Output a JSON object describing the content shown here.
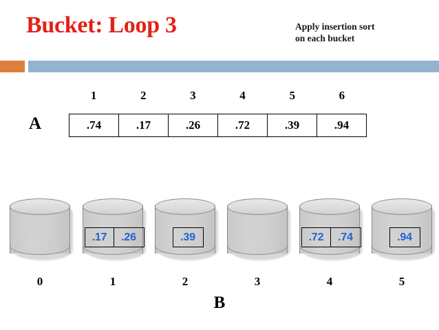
{
  "slide": {
    "title": "Bucket: Loop 3",
    "subtitle_line1": "Apply insertion sort",
    "subtitle_line2": "on each bucket",
    "title_color": "#e32119",
    "accent_color": "#dd7e3e",
    "bar_color": "#93b3cf",
    "value_color": "#1f62d4"
  },
  "array": {
    "name": "A",
    "indices": [
      "1",
      "2",
      "3",
      "4",
      "5",
      "6"
    ],
    "values": [
      ".74",
      ".17",
      ".26",
      ".72",
      ".39",
      ".94"
    ]
  },
  "buckets": {
    "name": "B",
    "indices": [
      "0",
      "1",
      "2",
      "3",
      "4",
      "5"
    ],
    "contents": [
      {
        "index": "0",
        "values": []
      },
      {
        "index": "1",
        "values": [
          ".17",
          ".26"
        ]
      },
      {
        "index": "2",
        "values": [
          ".39"
        ]
      },
      {
        "index": "3",
        "values": []
      },
      {
        "index": "4",
        "values": [
          ".72",
          ".74"
        ]
      },
      {
        "index": "5",
        "values": [
          ".94"
        ]
      }
    ]
  }
}
